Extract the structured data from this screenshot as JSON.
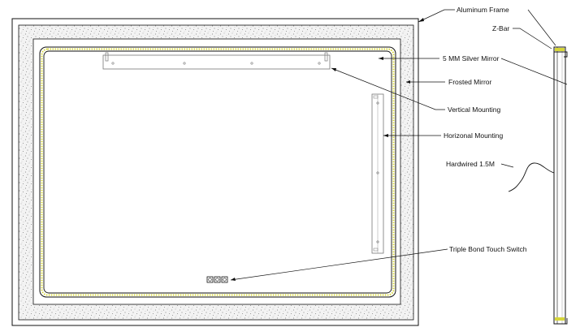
{
  "diagram": {
    "labels": {
      "aluminum_frame": "Aluminum Frame",
      "z_bar": "Z-Bar",
      "silver_mirror": "5 MM Silver Mirror",
      "frosted_mirror": "Frosted Mirror",
      "vertical_mounting": "Vertical Mounting",
      "horizontal_mounting": "Horizonal Mounting",
      "hardwired": "Hardwired  1.5M",
      "touch_switch": "Triple Bond Touch Switch"
    },
    "colors": {
      "line": "#111111",
      "led_strip": "#d6d63a",
      "frosted_fill": "#e6e6e6",
      "background": "#ffffff"
    },
    "icons": [
      "touch-switch-icon"
    ]
  }
}
